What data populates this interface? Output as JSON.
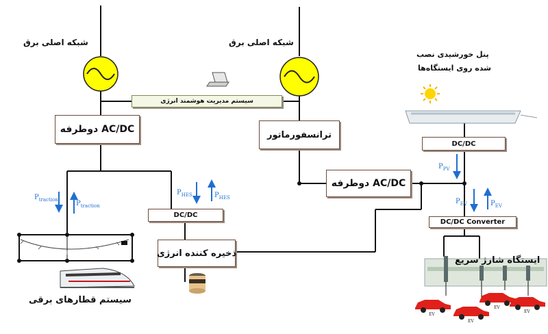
{
  "grid_label_left": "شبکه اصلی برق",
  "grid_label_mid": "شبکه اصلی برق",
  "pv_label_line1": "پنل خورشیدی نصب",
  "pv_label_line2": "شده روی ایستگاه‌ها",
  "ems_label": "سیستم مدیریت هوشمند انرژی",
  "acdc_left": "AC/DC دوطرفه",
  "transformer": "ترانسفورماتور",
  "acdc_right": "AC/DC دوطرفه",
  "dcdc_pv": "DC/DC",
  "dcdc_hes": "DC/DC",
  "dcdc_ev": "DC/DC Converter",
  "storage": "ذخیره کننده انرژی",
  "fast_charge": "ایستگاه شارژ سریع",
  "train_system": "سیستم قطارهای برقی",
  "symbols": {
    "p_traction_down": "P",
    "p_traction_down_sub": "traction",
    "p_traction_up": "P",
    "p_traction_up_sub": "traction",
    "p_hes_down": "P",
    "p_hes_down_sub": "HES",
    "p_hes_up": "P",
    "p_hes_up_sub": "HES",
    "p_pv": "P",
    "p_pv_sub": "PV",
    "p_ev_down": "P",
    "p_ev_down_sub": "EV",
    "p_ev_up": "P",
    "p_ev_up_sub": "EV"
  },
  "ev_tag": "EV",
  "colors": {
    "line": "#111111",
    "source_fill": "#ffff00",
    "arrow": "#1f6fd0",
    "box_border": "#6b4a3a",
    "ems_fill": "#f4f7e4",
    "car": "#e0201a"
  }
}
